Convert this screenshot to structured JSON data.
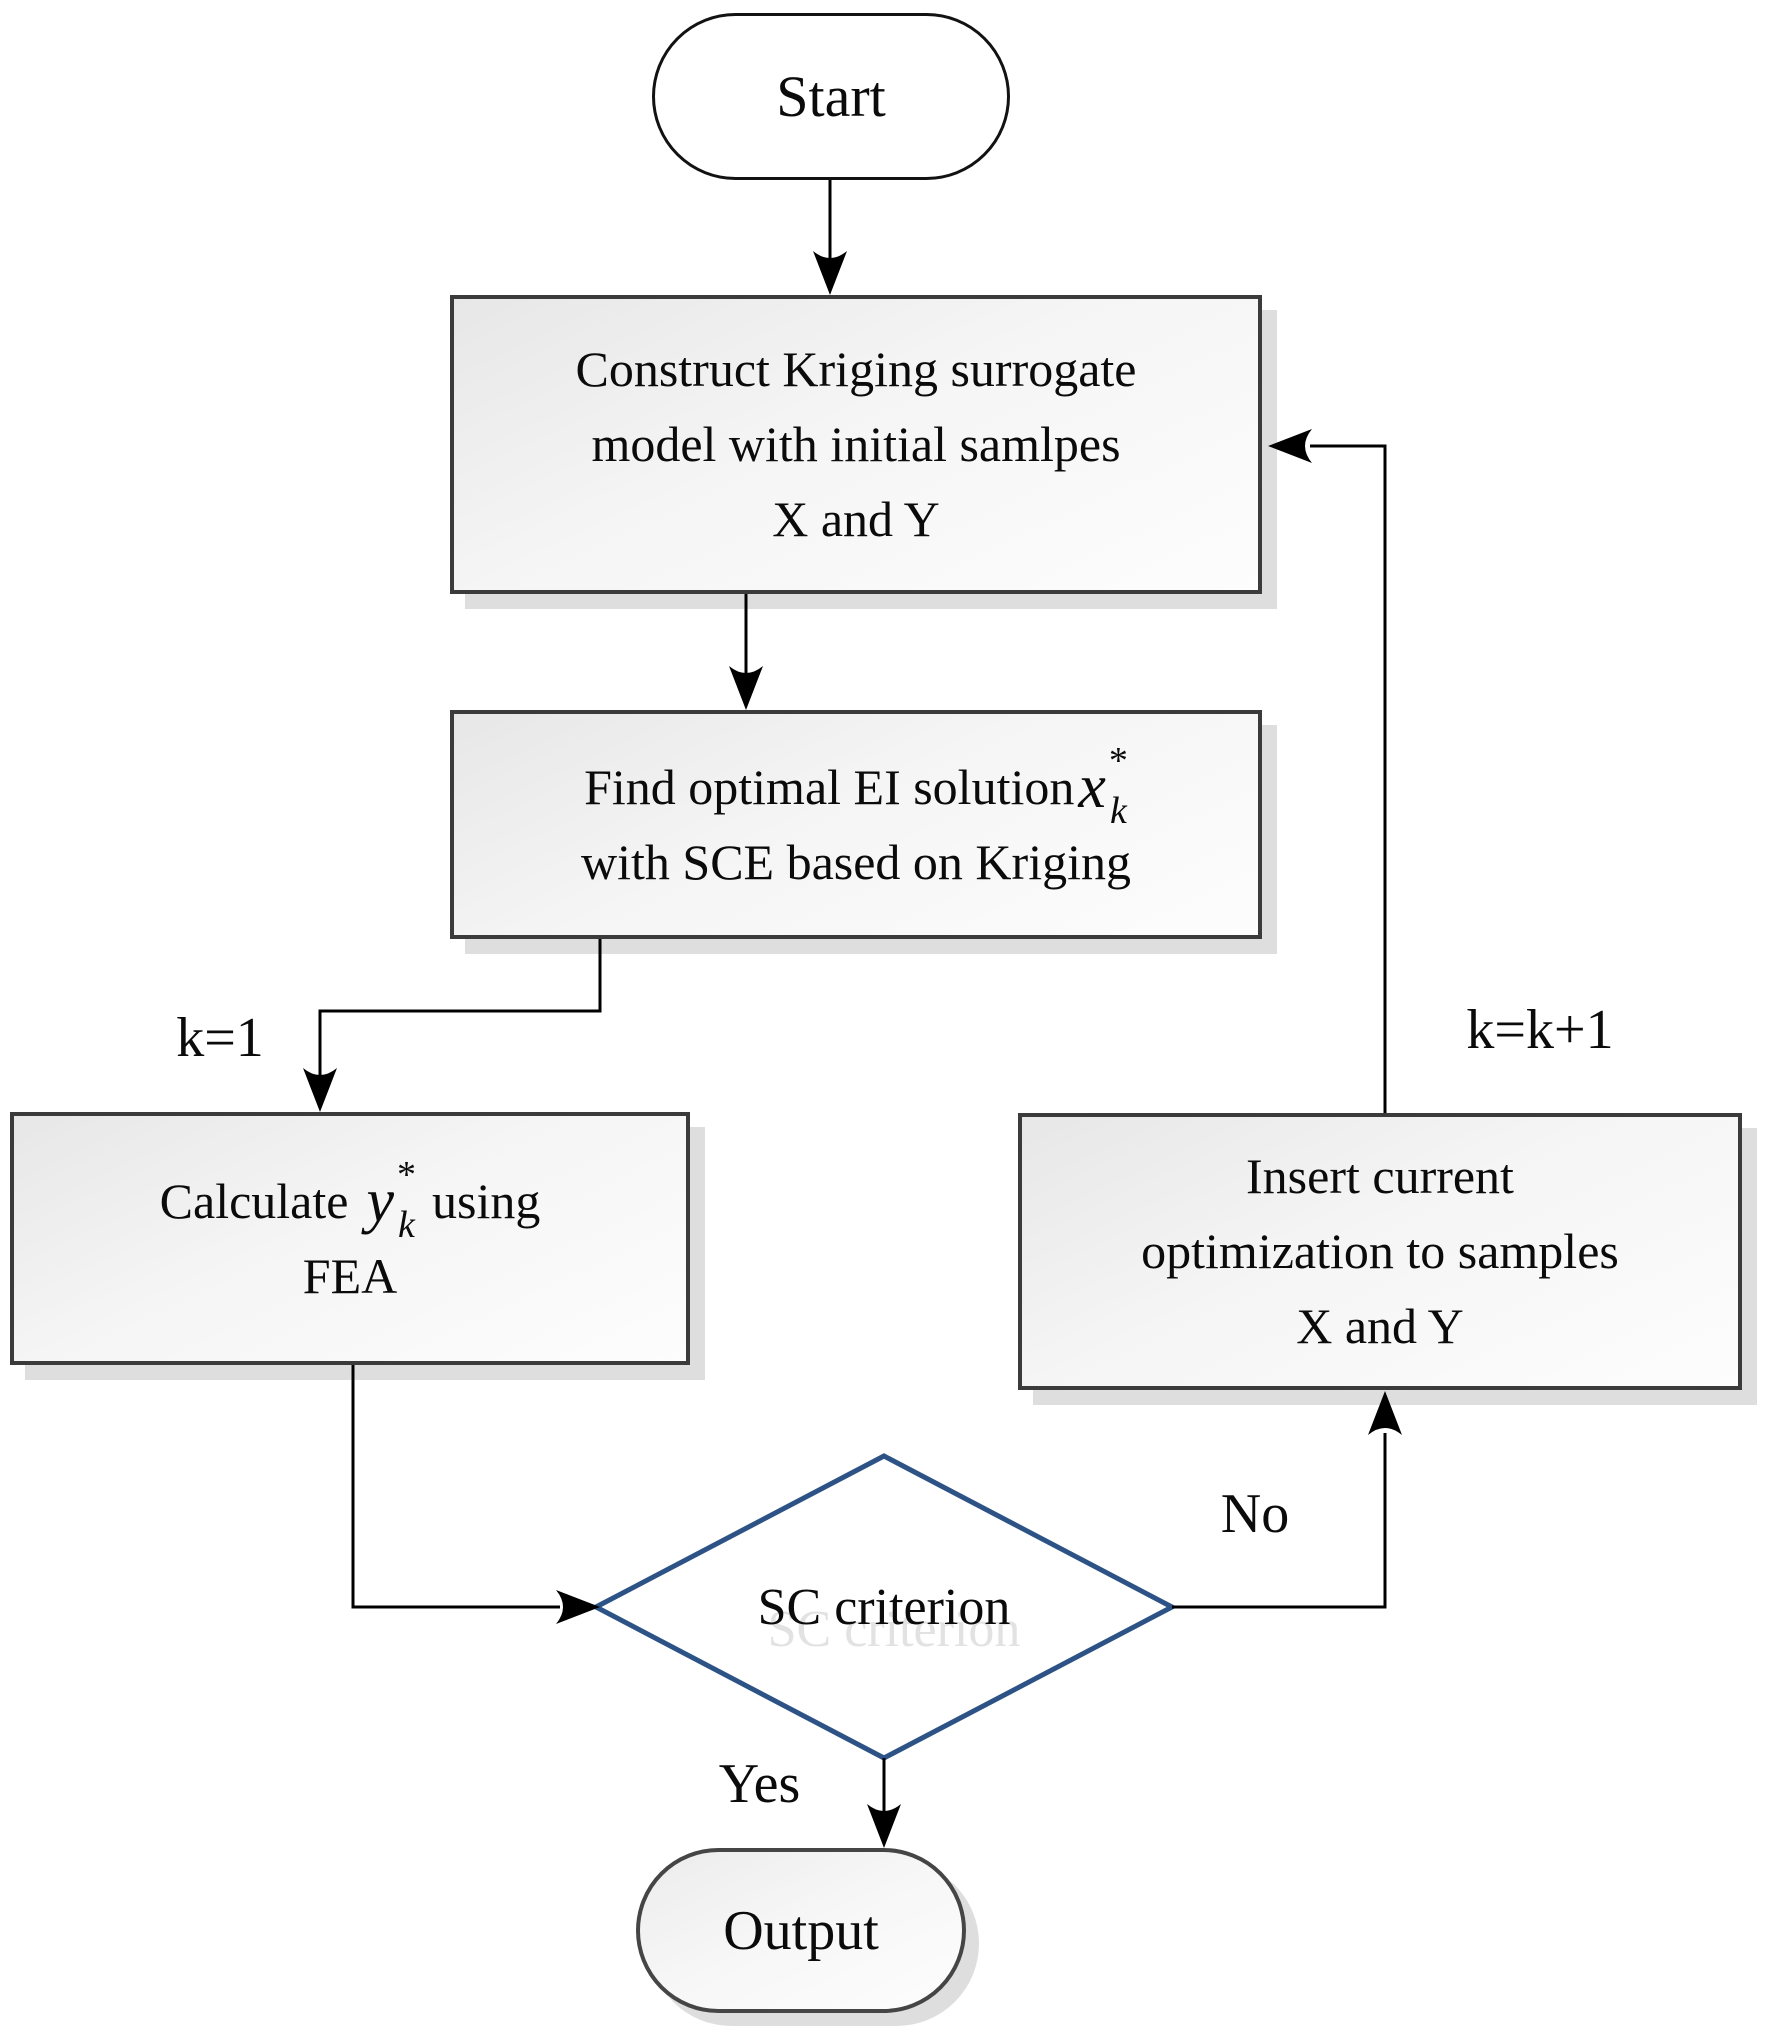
{
  "figure": {
    "type": "flowchart",
    "title": "Kriging surrogate optimization flowchart"
  },
  "nodes": {
    "start": {
      "shape": "stadium",
      "label": "Start"
    },
    "construct_model": {
      "shape": "process",
      "lines": [
        "Construct Kriging surrogate",
        "model with initial samlpes",
        "X and Y"
      ]
    },
    "find_ei": {
      "shape": "process",
      "line1_prefix": "Find optimal EI solution",
      "formula": {
        "base": "x",
        "sup": "*",
        "sub": "k"
      },
      "line2": "with SCE based on Kriging"
    },
    "calculate_fea": {
      "shape": "process",
      "line1_prefix": "Calculate",
      "formula": {
        "base": "y",
        "sup": "*",
        "sub": "k"
      },
      "line1_suffix": "using",
      "line2": "FEA"
    },
    "insert_samples": {
      "shape": "process",
      "lines": [
        "Insert current",
        "optimization to samples",
        "X and Y"
      ]
    },
    "sc_criterion": {
      "shape": "decision",
      "label": "SC criterion"
    },
    "output": {
      "shape": "stadium",
      "label": "Output"
    }
  },
  "edge_labels": {
    "init": "k=1",
    "increment": "k=k+1",
    "yes": "Yes",
    "no": "No"
  },
  "colors": {
    "decision_border": "#2d5386",
    "process_border": "#3b3b3b",
    "connector": "#000000",
    "shadow": "#dedede",
    "fill_top": "#e7e7e7",
    "fill_bottom": "#fdfdfd"
  }
}
